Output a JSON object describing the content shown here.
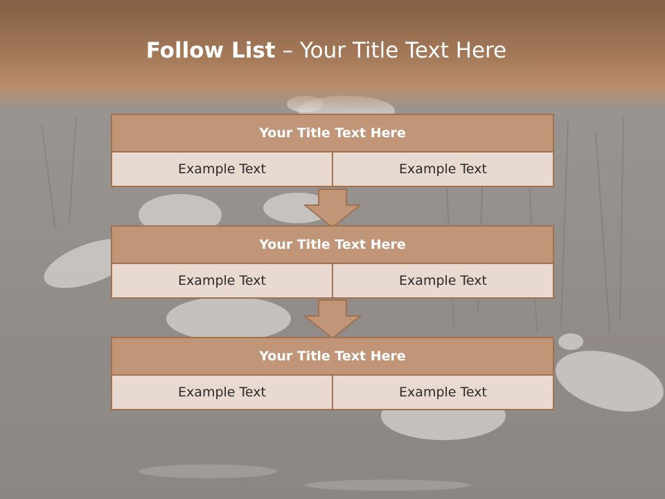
{
  "slide": {
    "title_bold": "Follow List",
    "title_rest": " – Your Title Text Here"
  },
  "blocks": [
    {
      "title": "Your Title Text Here",
      "left": "Example Text",
      "right": "Example Text"
    },
    {
      "title": "Your Title Text Here",
      "left": "Example Text",
      "right": "Example Text"
    },
    {
      "title": "Your Title Text Here",
      "left": "Example Text",
      "right": "Example Text"
    }
  ],
  "colors": {
    "accent": "#c19678",
    "border": "#a0704f",
    "cell": "#e8d9d1",
    "title_band": "#a77c5b"
  },
  "icons": [
    "down-arrow-icon",
    "down-arrow-icon"
  ]
}
